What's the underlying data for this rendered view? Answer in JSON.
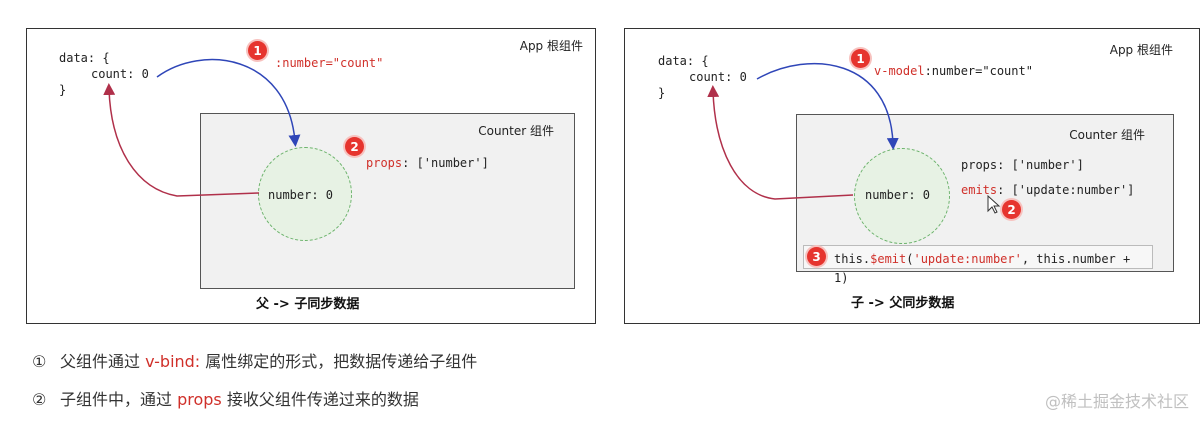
{
  "left": {
    "title": "App 根组件",
    "data_open": "data: {",
    "count_line": "count: 0",
    "data_close": "}",
    "bind_label": ":number=\"count\"",
    "counter_title": "Counter 组件",
    "props_key": "props",
    "props_value": ": ['number']",
    "number_label": "number: 0",
    "caption": "父 -> 子同步数据",
    "badge1": "1",
    "badge2": "2"
  },
  "right": {
    "title": "App 根组件",
    "data_open": "data: {",
    "count_line": "count: 0",
    "data_close": "}",
    "vmodel_prefix": "v-model",
    "vmodel_rest": ":number=\"count\"",
    "counter_title": "Counter 组件",
    "props_line": "props: ['number']",
    "emits_key": "emits",
    "emits_value": ": ['update:number']",
    "number_label": "number: 0",
    "emit_prefix": "this.",
    "emit_call": "$emit",
    "emit_paren": "(",
    "emit_event": "'update:number'",
    "emit_rest": ", this.number + 1)",
    "caption": "子 -> 父同步数据",
    "badge1": "1",
    "badge2": "2",
    "badge3": "3"
  },
  "notes": [
    {
      "num": "①",
      "pre": "父组件通过 ",
      "hl": "v-bind:",
      "post": " 属性绑定的形式，把数据传递给子组件"
    },
    {
      "num": "②",
      "pre": "子组件中，通过 ",
      "hl": "props",
      "post": " 接收父组件传递过来的数据"
    }
  ],
  "watermark": "@稀土掘金技术社区",
  "colors": {
    "accent": "#d0302a",
    "blue_arrow": "#2f46b8",
    "red_arrow": "#b0304a",
    "circle_fill": "#e7f2e4"
  }
}
